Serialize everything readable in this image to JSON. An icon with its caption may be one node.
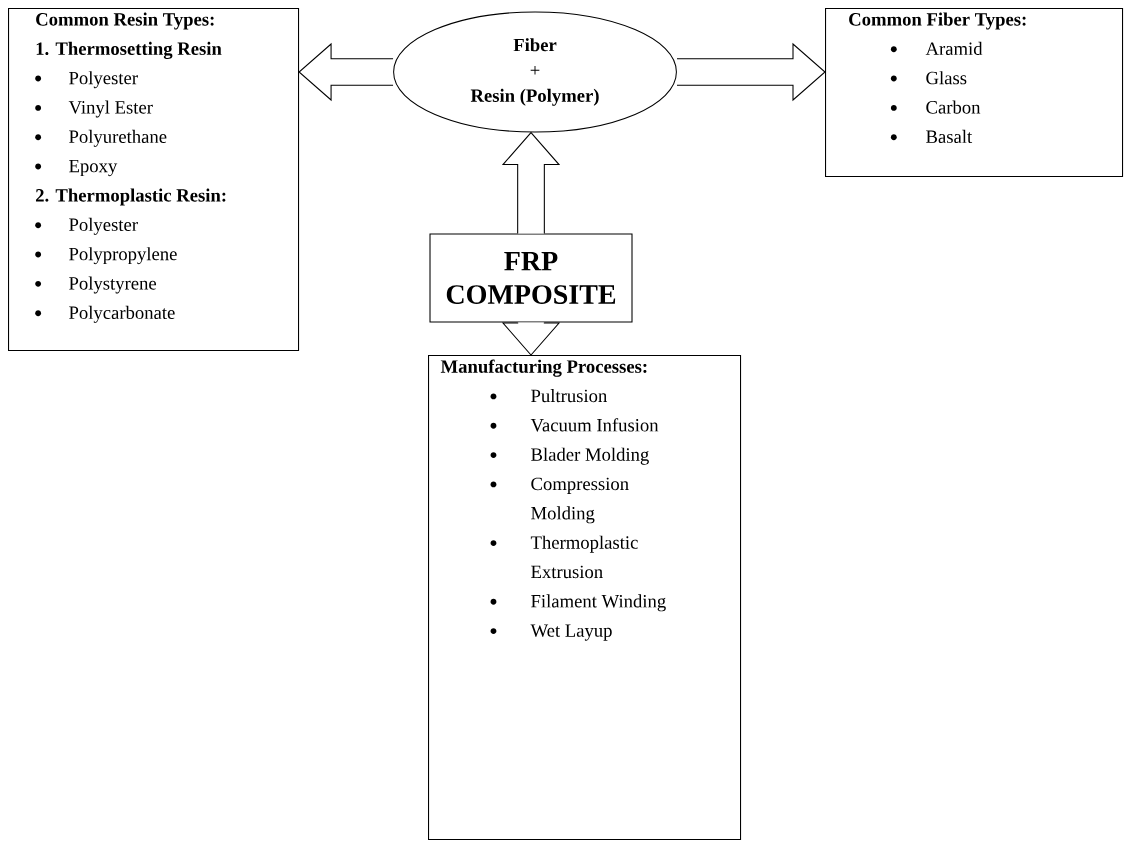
{
  "diagram": {
    "nodes": [
      {
        "text": [
          "Fiber",
          "+",
          "Resin (Polymer)"
        ]
      },
      {
        "text": [
          "Common Resin Types:",
          "1. Thermosetting Resin",
          "Polyester",
          "Vinyl Ester",
          "Polyurethane",
          "Epoxy",
          "2. Thermoplastic Resin:",
          "Polyester",
          "Polypropylene",
          "Polystyrene",
          "Polycarbonate"
        ]
      },
      {
        "text": [
          "Common Fiber Types:",
          "Aramid",
          "Glass",
          "Carbon",
          "Basalt"
        ]
      },
      {
        "text": [
          "FRP COMPOSITE"
        ]
      },
      {
        "text": [
          "Manufacturing Processes:",
          "Pultrusion",
          "Vacuum Infusion",
          "Blader Molding",
          "Compression Molding",
          "Thermoplastic Extrusion",
          "Filament Winding",
          "Wet Layup"
        ]
      }
    ],
    "edges": [
      {
        "from": 0,
        "to": 1,
        "arrow": "to"
      },
      {
        "from": 0,
        "to": 2,
        "arrow": "to"
      },
      {
        "from": 3,
        "to": 0,
        "arrow": "to"
      },
      {
        "from": 3,
        "to": 4,
        "arrow": "to"
      }
    ]
  }
}
